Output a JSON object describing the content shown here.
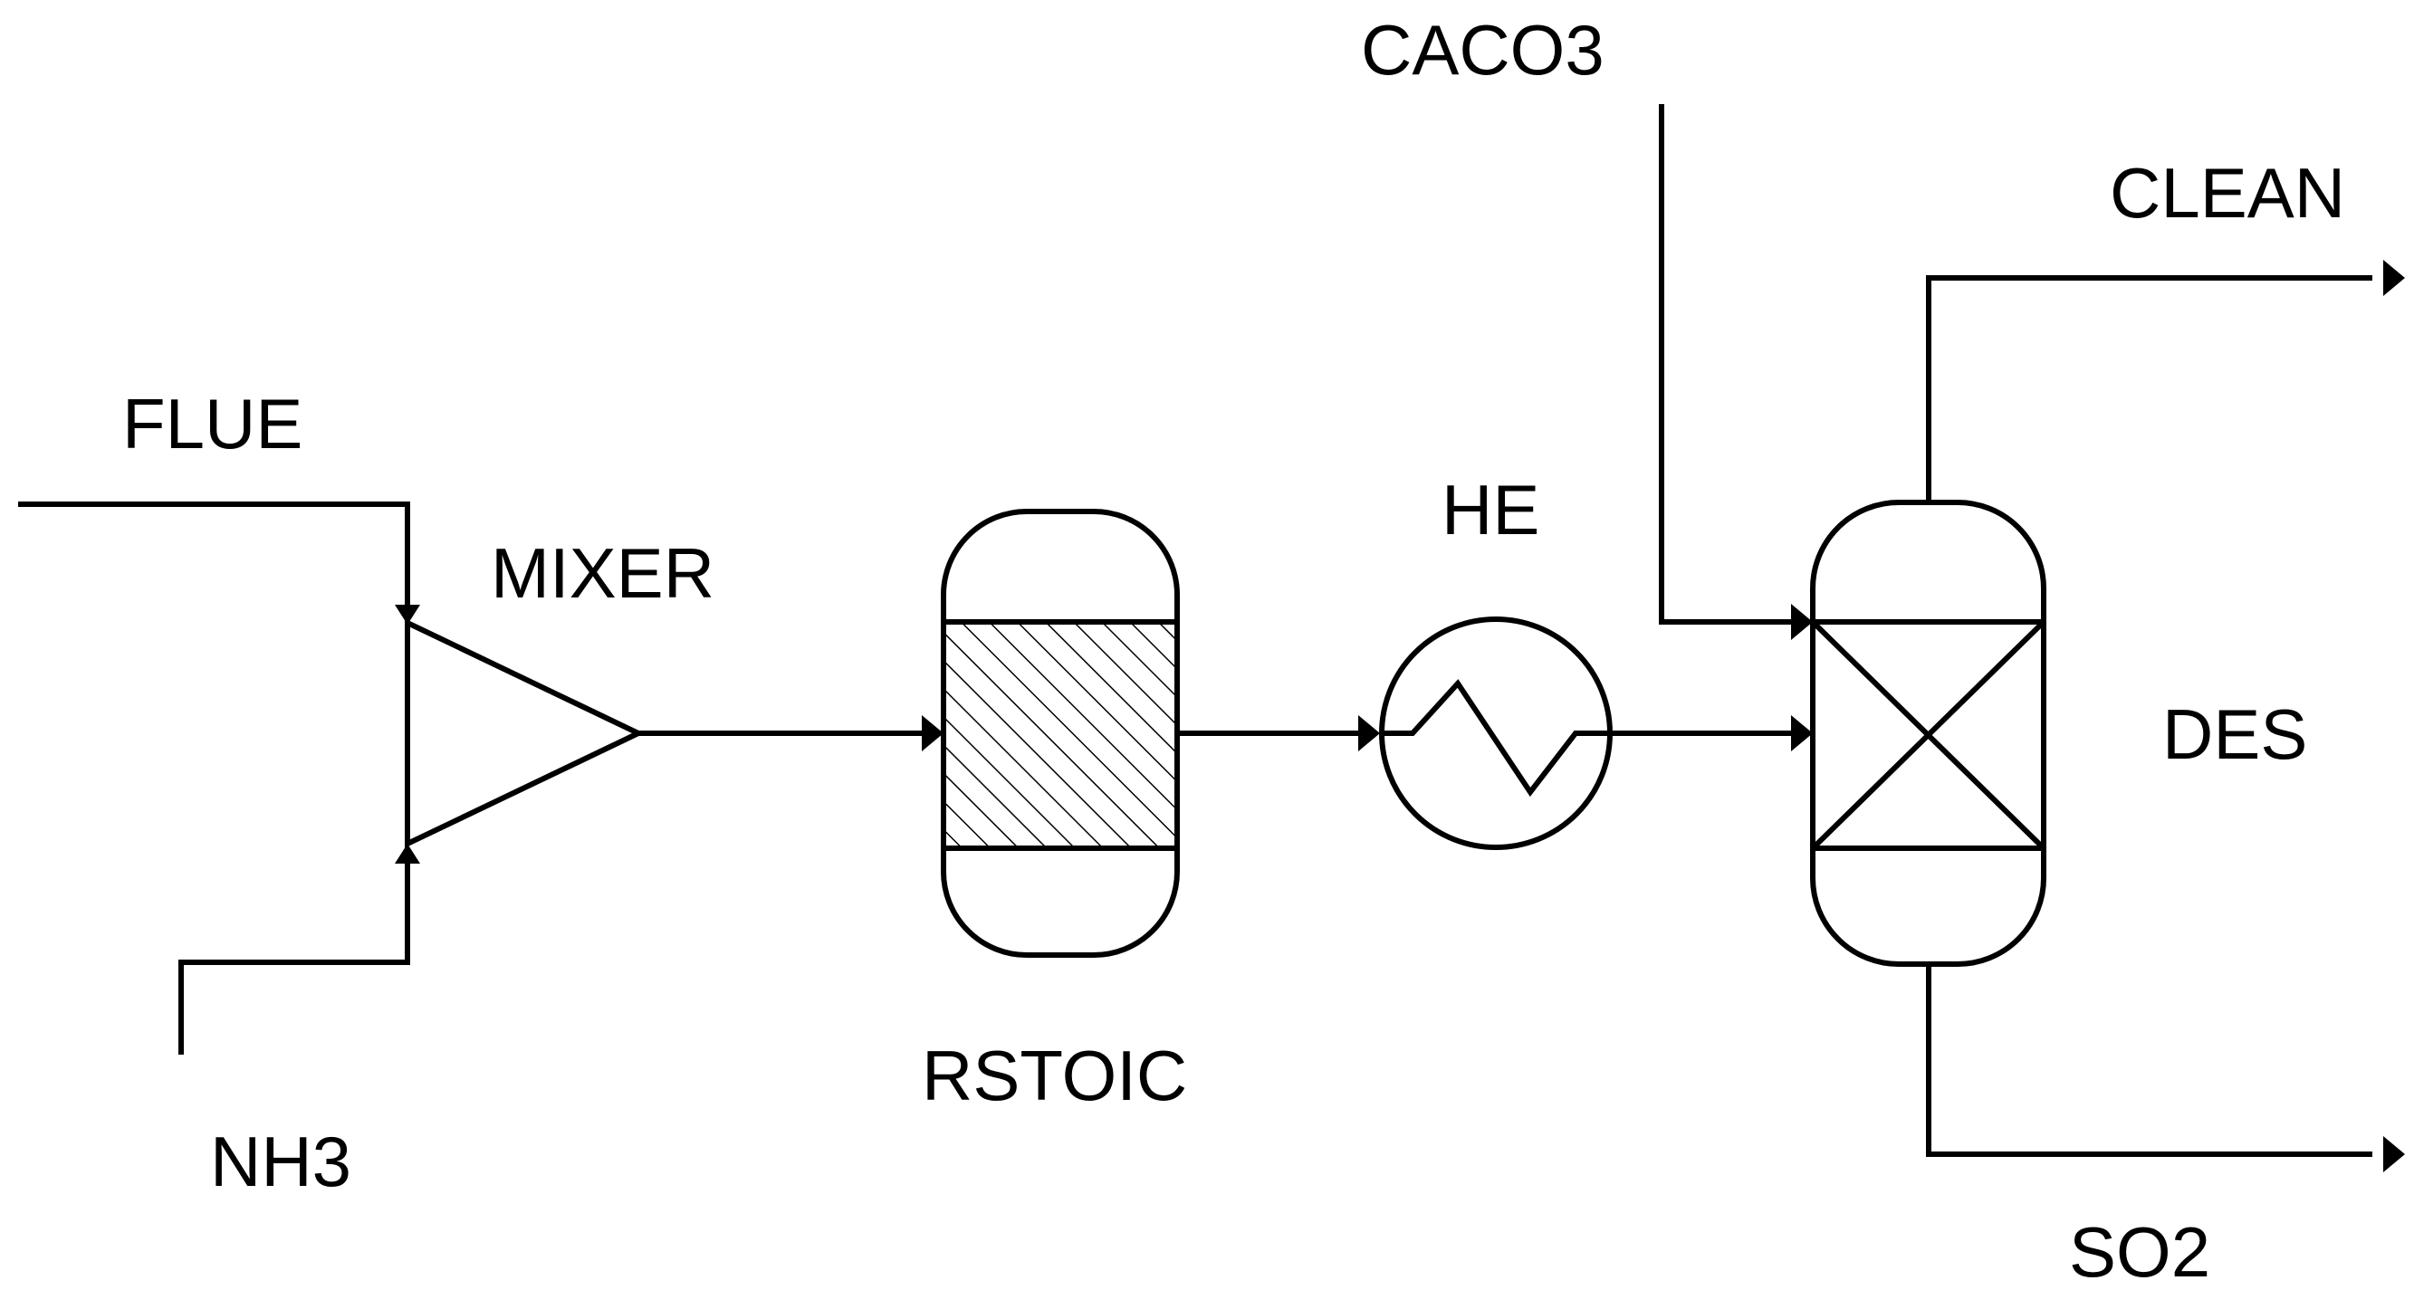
{
  "diagram": {
    "labels": {
      "flue": "FLUE",
      "nh3": "NH3",
      "mixer": "MIXER",
      "rstoic": "RSTOIC",
      "he": "HE",
      "caco3": "CACO3",
      "des": "DES",
      "clean": "CLEAN",
      "so2": "SO2"
    },
    "colors": {
      "line": "#000000",
      "background": "#ffffff"
    }
  }
}
